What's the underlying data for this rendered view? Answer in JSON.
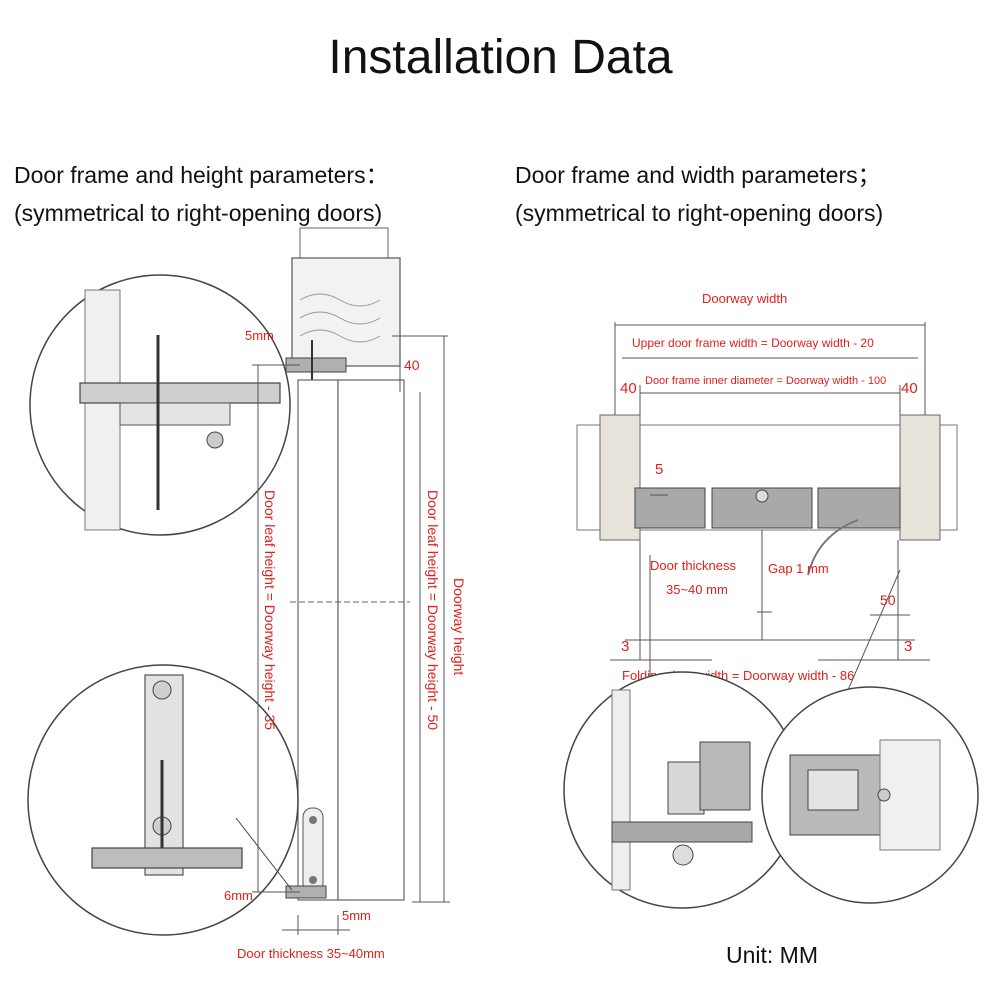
{
  "title": "Installation Data",
  "left_panel": {
    "heading_line1": "Door frame and height parameters：",
    "heading_line2": "(symmetrical to right-opening doors)",
    "labels": {
      "top_gap": "5mm",
      "frame_40": "40",
      "leaf_height_35": "Door leaf height = Doorway height - 35",
      "leaf_height_50": "Door leaf height = Doorway height - 50",
      "doorway_height": "Doorway height",
      "bottom_gap": "6mm",
      "bottom_offset": "5mm",
      "door_thickness": "Door thickness 35~40mm"
    }
  },
  "right_panel": {
    "heading_line1": "Door frame and width parameters；",
    "heading_line2": "(symmetrical to right-opening doors)",
    "labels": {
      "doorway_width": "Doorway width",
      "upper_frame": "Upper door frame width = Doorway width - 20",
      "left_40": "40",
      "right_40": "40",
      "inner_diameter": "Door frame inner diameter = Doorway width - 100",
      "offset_5": "5",
      "door_thickness_line1": "Door thickness",
      "door_thickness_line2": "35~40 mm",
      "gap": "Gap 1 mm",
      "offset_50": "50",
      "left_3": "3",
      "right_3": "3",
      "folding_width": "Folding door width = Doorway width - 86"
    }
  },
  "unit": "Unit: MM",
  "colors": {
    "annotation": "#e0201a",
    "line": "#555555",
    "metal": "#9a9a9a"
  }
}
